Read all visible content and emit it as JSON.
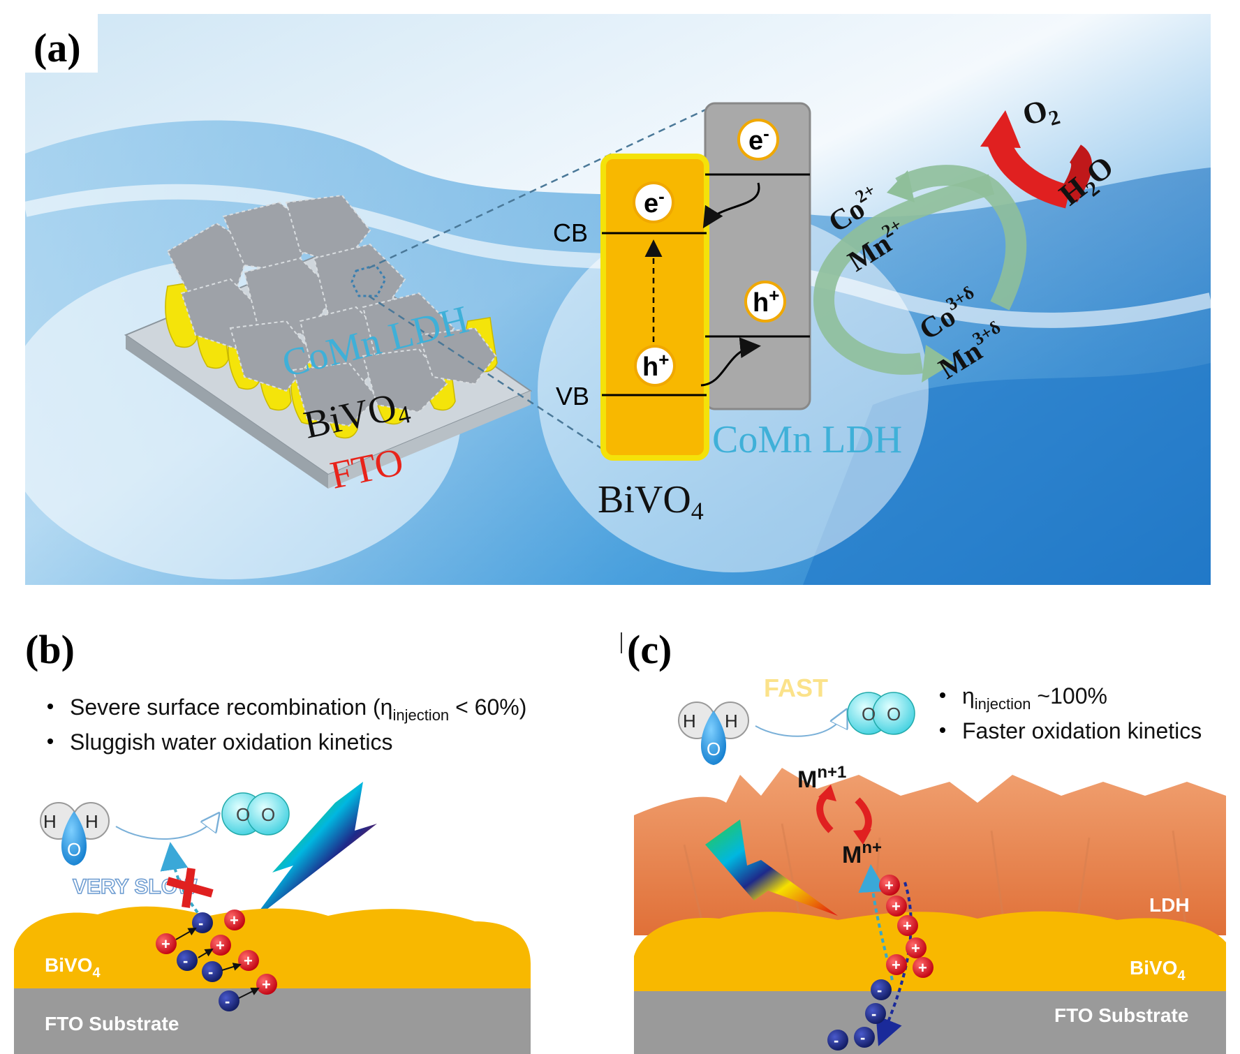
{
  "panel_a": {
    "label": "(a)",
    "stack": {
      "ldh": "CoMn LDH",
      "bivo4": "BiVO",
      "bivo4_sub": "4",
      "fto": "FTO"
    },
    "bands": {
      "cb": "CB",
      "vb": "VB",
      "electron_base": "e",
      "electron_sup": "-",
      "hole_base": "h",
      "hole_sup": "+",
      "bivo4": "BiVO",
      "bivo4_sub": "4",
      "ldh": "CoMn LDH"
    },
    "cycle": {
      "co_low": "Co",
      "co_low_sup": "2+",
      "mn_low": "Mn",
      "mn_low_sup": "2+",
      "co_high": "Co",
      "co_high_sup": "3+δ",
      "mn_high": "Mn",
      "mn_high_sup": "3+δ",
      "o2": "O",
      "o2_sub": "2",
      "h2o_h": "H",
      "h2o_sub": "2",
      "h2o_o": "O"
    },
    "colors": {
      "bivo4": "#f8b800",
      "ldh_gray": "#a9a9a9",
      "ldh_text": "#3fb0d8",
      "fto_text": "#e8231a",
      "cycle_arrow": "#8fbf9a",
      "o2_arrow": "#e02020"
    }
  },
  "panel_b": {
    "label": "(b)",
    "bullet1_pre": "Severe surface recombination (η",
    "bullet1_sub": "injection",
    "bullet1_post": " < 60%)",
    "bullet2": "Sluggish water oxidation kinetics",
    "very_slow": "VERY SLOW",
    "water_h1": "H",
    "water_h2": "H",
    "water_o": "O",
    "o2_o1": "O",
    "o2_o2": "O",
    "bivo4": "BiVO",
    "bivo4_sub": "4",
    "fto": "FTO Substrate",
    "plus": "+",
    "minus": "-"
  },
  "panel_c": {
    "label": "(c)",
    "fast": "FAST",
    "bullet1_pre": "η",
    "bullet1_sub": "injection",
    "bullet1_post": " ~100%",
    "bullet2": "Faster oxidation kinetics",
    "mn1_base": "M",
    "mn1_sup": "n+1",
    "mn_base": "M",
    "mn_sup": "n+",
    "ldh": "LDH",
    "bivo4": "BiVO",
    "bivo4_sub": "4",
    "fto": "FTO Substrate",
    "water_h1": "H",
    "water_h2": "H",
    "water_o": "O",
    "o2_o1": "O",
    "o2_o2": "O",
    "plus": "+",
    "minus": "-"
  }
}
